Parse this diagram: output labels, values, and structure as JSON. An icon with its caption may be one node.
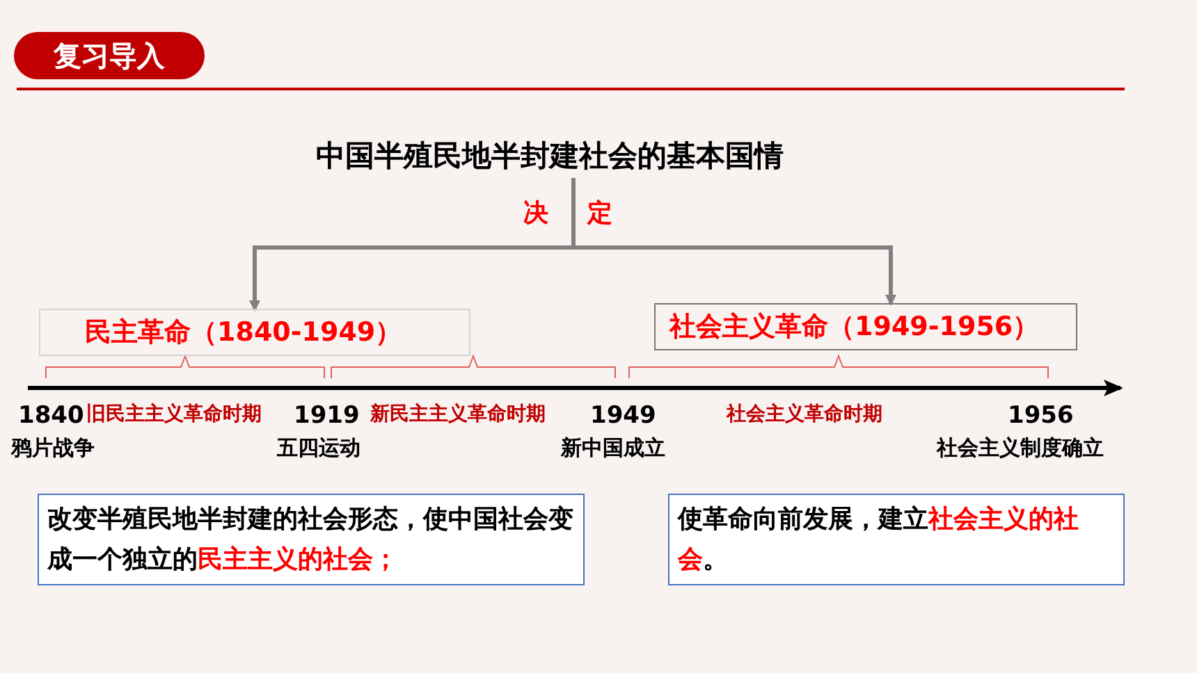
{
  "diagram": {
    "nodes": [
      {
        "text": [
          "复习导入"
        ]
      },
      {
        "text": [
          "中国半殖民地半封建社会的基本国情"
        ]
      },
      {
        "text": [
          "民主革命（1840-1949）"
        ]
      },
      {
        "text": [
          "社会主义革命（1949-1956）"
        ]
      },
      {
        "text": [
          "改变半殖民地半封建的社会形态，使中国社会变成一个独立的**民主主义的社会；**"
        ]
      },
      {
        "text": [
          "使革命向前发展，建立**社会主义的社会**。"
        ]
      }
    ],
    "edges": [
      {
        "from": 1,
        "to": 2,
        "arrow": "to"
      },
      {
        "from": 1,
        "to": 3,
        "arrow": "to"
      }
    ],
    "labels": [
      "决",
      "定",
      "1840",
      "旧民主主义革命时期",
      "1919",
      "新民主主义革命时期",
      "1949",
      "社会主义革命时期",
      "1956",
      "鸦片战争",
      "五四运动",
      "新中国成立",
      "社会主义制度确立"
    ]
  }
}
